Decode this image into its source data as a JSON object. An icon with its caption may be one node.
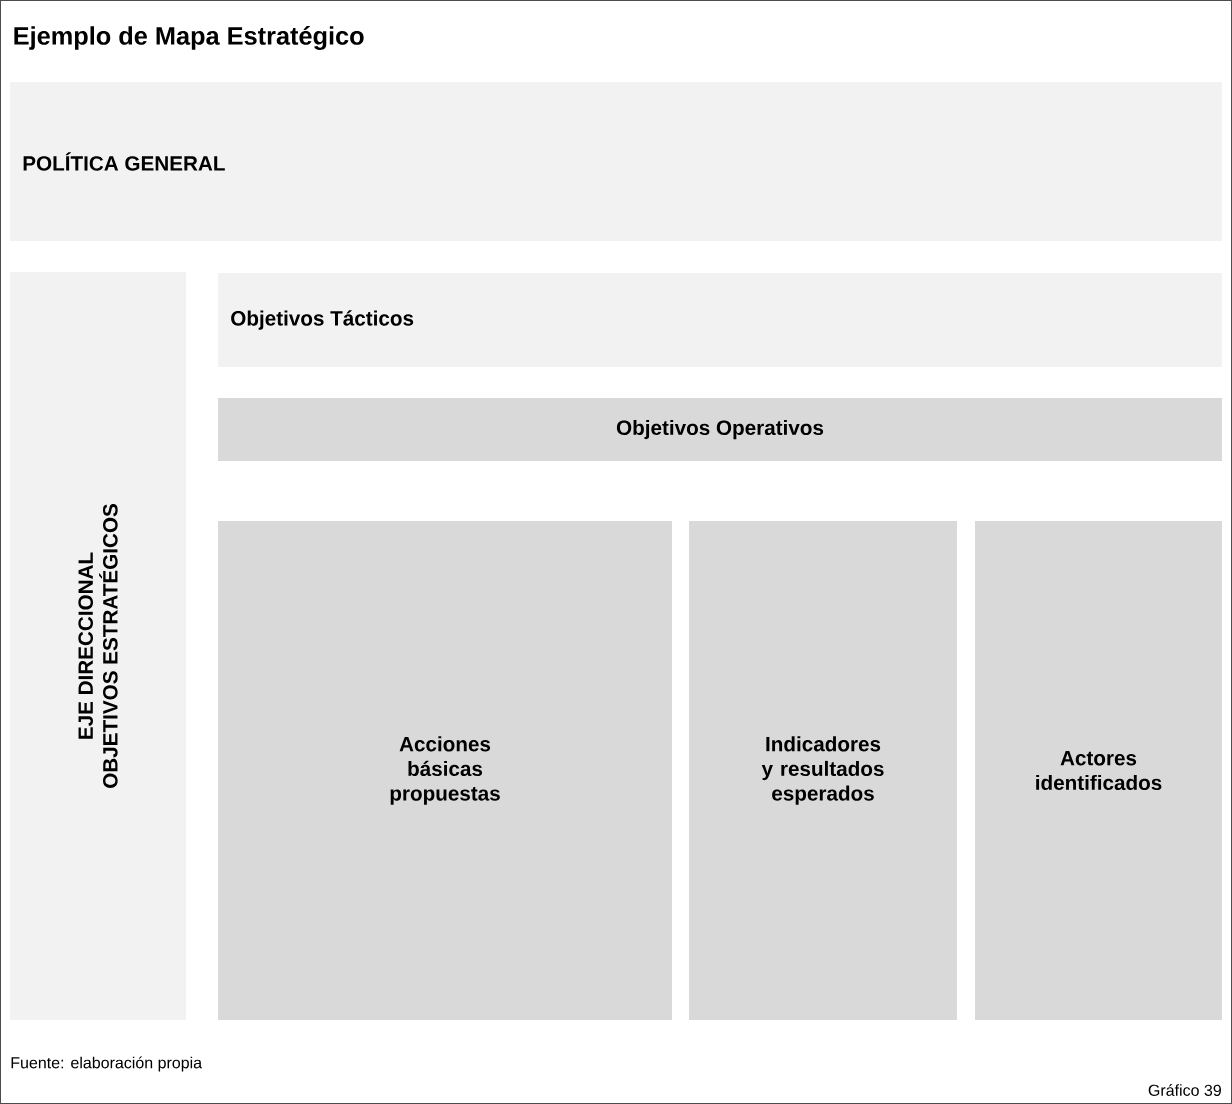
{
  "diagram": {
    "title": "Ejemplo de Mapa Estratégico",
    "nodes": [
      {
        "text": [
          "POLÍTICA GENERAL"
        ]
      },
      {
        "text": [
          "EJE DIRECCIONAL",
          "OBJETIVOS ESTRATÉGICOS"
        ]
      },
      {
        "text": [
          "Objetivos Tácticos"
        ]
      },
      {
        "text": [
          "Objetivos Operativos"
        ]
      },
      {
        "text": [
          "Acciones básicas propuestas"
        ]
      },
      {
        "text": [
          "Indicadores y resultados esperados"
        ]
      },
      {
        "text": [
          "Actores identificados"
        ]
      }
    ],
    "labels": [
      "Fuente: elaboración propia",
      "Gráfico 39"
    ]
  }
}
